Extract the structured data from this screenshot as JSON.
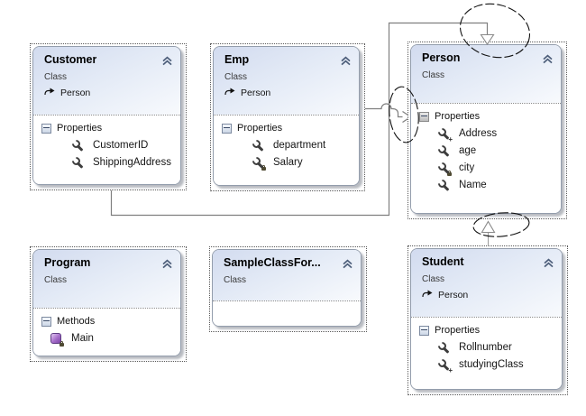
{
  "diagram": {
    "background_color": "#ffffff",
    "connector_color": "#7f7f7f",
    "header_gradient_color": "#d2dbef",
    "annotation_circle_color": "#111111",
    "classes": [
      {
        "title": "Customer",
        "stereotype": "Class",
        "base": "Person",
        "sections": [
          {
            "label": "Properties",
            "members": [
              {
                "name": "CustomerID",
                "icon": "wrench-icon"
              },
              {
                "name": "ShippingAddress",
                "icon": "wrench-icon"
              }
            ]
          }
        ]
      },
      {
        "title": "Emp",
        "stereotype": "Class",
        "base": "Person",
        "sections": [
          {
            "label": "Properties",
            "members": [
              {
                "name": "department",
                "icon": "wrench-icon"
              },
              {
                "name": "Salary",
                "icon": "wrench-lock-icon"
              }
            ]
          }
        ]
      },
      {
        "title": "Person",
        "stereotype": "Class",
        "sections": [
          {
            "label": "Properties",
            "members": [
              {
                "name": "Address",
                "icon": "wrench-plus-icon"
              },
              {
                "name": "age",
                "icon": "wrench-icon"
              },
              {
                "name": "city",
                "icon": "wrench-lock-icon"
              },
              {
                "name": "Name",
                "icon": "wrench-icon"
              }
            ]
          }
        ]
      },
      {
        "title": "Program",
        "stereotype": "Class",
        "sections": [
          {
            "label": "Methods",
            "members": [
              {
                "name": "Main",
                "icon": "method-cube-lock-icon"
              }
            ]
          }
        ]
      },
      {
        "title": "SampleClassFor...",
        "stereotype": "Class",
        "sections": []
      },
      {
        "title": "Student",
        "stereotype": "Class",
        "base": "Person",
        "sections": [
          {
            "label": "Properties",
            "members": [
              {
                "name": "Rollnumber",
                "icon": "wrench-icon"
              },
              {
                "name": "studyingClass",
                "icon": "wrench-plus-icon"
              }
            ]
          }
        ]
      }
    ],
    "connectors": [
      {
        "from": "Customer",
        "to": "Person",
        "type": "inheritance"
      },
      {
        "from": "Emp",
        "to": "Person",
        "type": "inheritance"
      },
      {
        "from": "Student",
        "to": "Person",
        "type": "inheritance"
      }
    ],
    "annotations": {
      "highlight_circle_count": 3
    }
  }
}
